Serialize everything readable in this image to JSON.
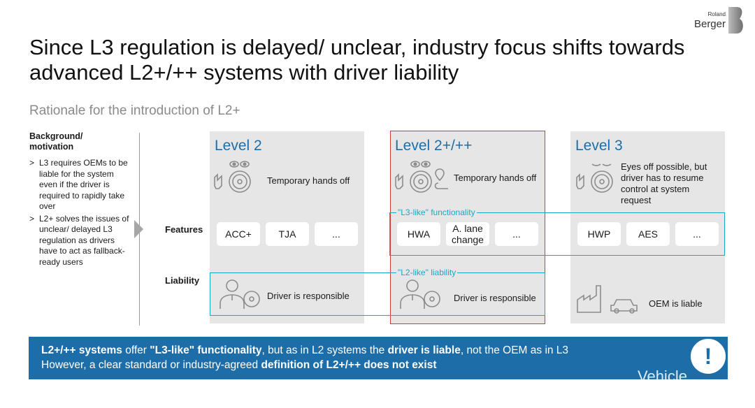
{
  "logo": {
    "top": "Roland",
    "main": "Berger"
  },
  "title": "Since L3 regulation is delayed/ unclear, industry focus shifts towards advanced L2+/++ systems with driver liability",
  "subtitle": "Rationale for the introduction of L2+",
  "background": {
    "heading_line1": "Background/",
    "heading_line2": "motivation",
    "bullets": [
      "L3 requires OEMs to be liable for the system even if the driver is required to rapidly take over",
      "L2+ solves the issues of unclear/ delayed L3 regulation as drivers have to act as fallback-ready users"
    ]
  },
  "row_labels": {
    "features": "Features",
    "liability": "Liability"
  },
  "columns": [
    {
      "title": "Level 2",
      "description": "Temporary hands off",
      "features": [
        "ACC+",
        "TJA",
        "..."
      ],
      "liability": "Driver is responsible"
    },
    {
      "title": "Level 2+/++",
      "description": "Temporary hands off",
      "features": [
        "HWA",
        "A. lane change",
        "..."
      ],
      "liability": "Driver is responsible"
    },
    {
      "title": "Level 3",
      "description": "Eyes off possible, but driver has to resume control at system request",
      "features": [
        "HWP",
        "AES",
        "..."
      ],
      "liability": "OEM is liable"
    }
  ],
  "callouts": {
    "l3_like": "\"L3-like\" functionality",
    "l2_like": "\"L2-like\" liability"
  },
  "banner": {
    "l1_a": "L2+/++ systems",
    "l1_b": " offer ",
    "l1_c": "\"L3-like\" functionality",
    "l1_d": ", but as in L2 systems the ",
    "l1_e": "driver is liable",
    "l1_f": ", not the OEM as in L3",
    "l2_a": "However, a clear standard or industry-agreed ",
    "l2_b": "definition of L2+/++ does not exist",
    "icon": "!"
  },
  "watermark": "Vehicle",
  "colors": {
    "accent": "#1d6ea8",
    "highlight": "#1aa7c6",
    "frame": "#d9363e",
    "panel": "#e6e6e6"
  }
}
